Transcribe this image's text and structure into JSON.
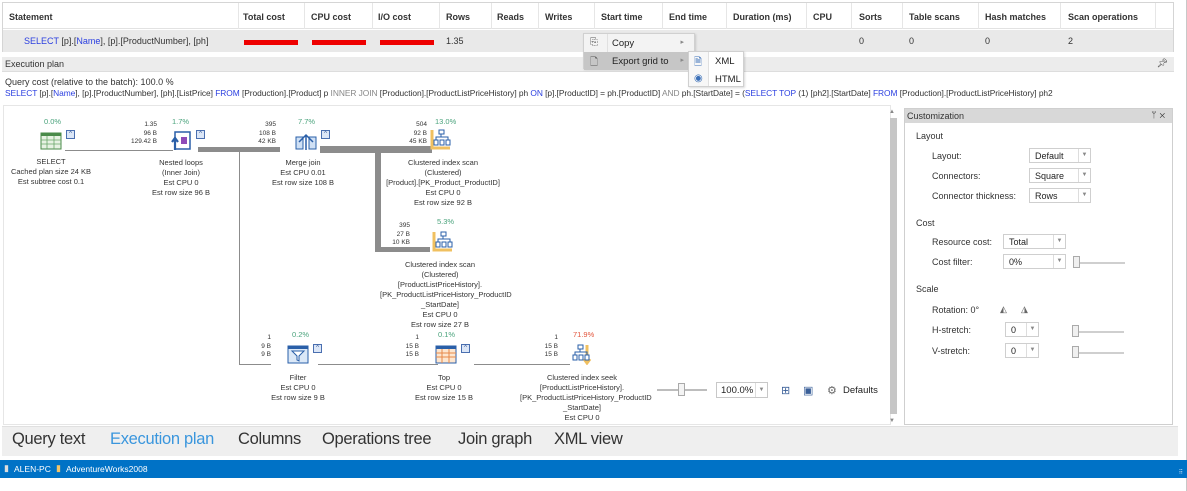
{
  "grid": {
    "columns": [
      "Statement",
      "Total cost",
      "CPU cost",
      "I/O cost",
      "Rows",
      "Reads",
      "Writes",
      "Start time",
      "End time",
      "Duration (ms)",
      "CPU",
      "Sorts",
      "Table scans",
      "Hash matches",
      "Scan operations"
    ],
    "row": {
      "statement_kw": "SELECT",
      "statement_p1": " [p].[",
      "statement_name": "Name",
      "statement_p2": "], [p].[ProductNumber], [ph]",
      "rows": "1.35",
      "sorts": "0",
      "table_scans": "0",
      "hash_matches": "0",
      "scan_operations": "2"
    },
    "bar_color": "#ee0000"
  },
  "context_menu": {
    "items": [
      {
        "label": "Copy",
        "icon": "copy-icon"
      },
      {
        "label": "Export grid to",
        "icon": "export-icon"
      }
    ],
    "submenu": [
      {
        "label": "XML",
        "icon": "xml-export-icon"
      },
      {
        "label": "HTML",
        "icon": "html-export-icon"
      }
    ]
  },
  "execution_plan": {
    "title": "Execution plan",
    "query_cost": "Query cost (relative to the batch):  100.0 %",
    "query": {
      "k1": "SELECT",
      "t1": " [p].[",
      "k2": "Name",
      "t2": "], [p].[ProductNumber], [ph].[ListPrice] ",
      "k3": "FROM",
      "t3": " [Production].[Product] p ",
      "g1": "INNER JOIN",
      "t4": " [Production].[ProductListPriceHistory] ph ",
      "k4": "ON",
      "t5": " [p].[ProductID] = ph.[ProductID] ",
      "g2": "AND",
      "t6": " ph.[StartDate] = (",
      "k5": "SELECT TOP",
      "t7": " (1) [ph2].[StartDate] ",
      "k6": "FROM",
      "t8": " [Production].[ProductListPriceHistory] ph2"
    },
    "nodes": {
      "select": {
        "pct": "0.0%",
        "name": "SELECT",
        "l1": "Cached plan size  24 KB",
        "l2": "Est subtree cost  0.1"
      },
      "nested": {
        "pct": "1.7%",
        "stats": [
          "1.35",
          "96 B",
          "129.42 B"
        ],
        "name": "Nested loops",
        "sub": "(Inner Join)",
        "l1": "Est CPU  0",
        "l2": "Est row size  96 B"
      },
      "merge": {
        "pct": "7.7%",
        "stats": [
          "395",
          "108 B",
          "42 KB"
        ],
        "name": "Merge join",
        "l1": "Est CPU  0.01",
        "l2": "Est row size  108 B"
      },
      "scan1": {
        "pct": "13.0%",
        "stats": [
          "504",
          "92 B",
          "45 KB"
        ],
        "name": "Clustered index scan",
        "sub": "(Clustered)",
        "obj": "[Product].[PK_Product_ProductID]",
        "l1": "Est CPU  0",
        "l2": "Est row size  92 B"
      },
      "scan2": {
        "pct": "5.3%",
        "stats": [
          "395",
          "27 B",
          "10 KB"
        ],
        "name": "Clustered index scan",
        "sub": "(Clustered)",
        "obj1": "[ProductListPriceHistory].",
        "obj2": "[PK_ProductListPriceHistory_ProductID",
        "obj3": "_StartDate]",
        "l1": "Est CPU  0",
        "l2": "Est row size  27 B"
      },
      "filter": {
        "pct": "0.2%",
        "stats": [
          "1",
          "9 B",
          "9 B"
        ],
        "name": "Filter",
        "l1": "Est CPU  0",
        "l2": "Est row size  9 B"
      },
      "top": {
        "pct": "0.1%",
        "stats": [
          "1",
          "15 B",
          "15 B"
        ],
        "name": "Top",
        "l1": "Est CPU  0",
        "l2": "Est row size  15 B"
      },
      "seek": {
        "pct": "71.9%",
        "stats": [
          "1",
          "15 B",
          "15 B"
        ],
        "name": "Clustered index seek",
        "obj1": "[ProductListPriceHistory].",
        "obj2": "[PK_ProductListPriceHistory_ProductID",
        "obj3": "_StartDate]",
        "l1": "Est CPU  0"
      }
    },
    "zoom": {
      "value": "100.0%",
      "defaults_label": "Defaults"
    }
  },
  "customization": {
    "title": "Customization",
    "layout_section": "Layout",
    "layout_label": "Layout:",
    "layout_value": "Default",
    "connectors_label": "Connectors:",
    "connectors_value": "Square",
    "thickness_label": "Connector thickness:",
    "thickness_value": "Rows",
    "cost_section": "Cost",
    "resource_label": "Resource cost:",
    "resource_value": "Total",
    "filter_label": "Cost filter:",
    "filter_value": "0%",
    "scale_section": "Scale",
    "rotation_label": "Rotation: 0°",
    "hstretch_label": "H-stretch:",
    "hstretch_value": "0",
    "vstretch_label": "V-stretch:",
    "vstretch_value": "0"
  },
  "tabs": [
    "Query text",
    "Execution plan",
    "Columns",
    "Operations tree",
    "Join graph",
    "XML view"
  ],
  "active_tab": "Execution plan",
  "status": {
    "server": "ALEN-PC",
    "database": "AdventureWorks2008",
    "bg": "#0072c6"
  }
}
